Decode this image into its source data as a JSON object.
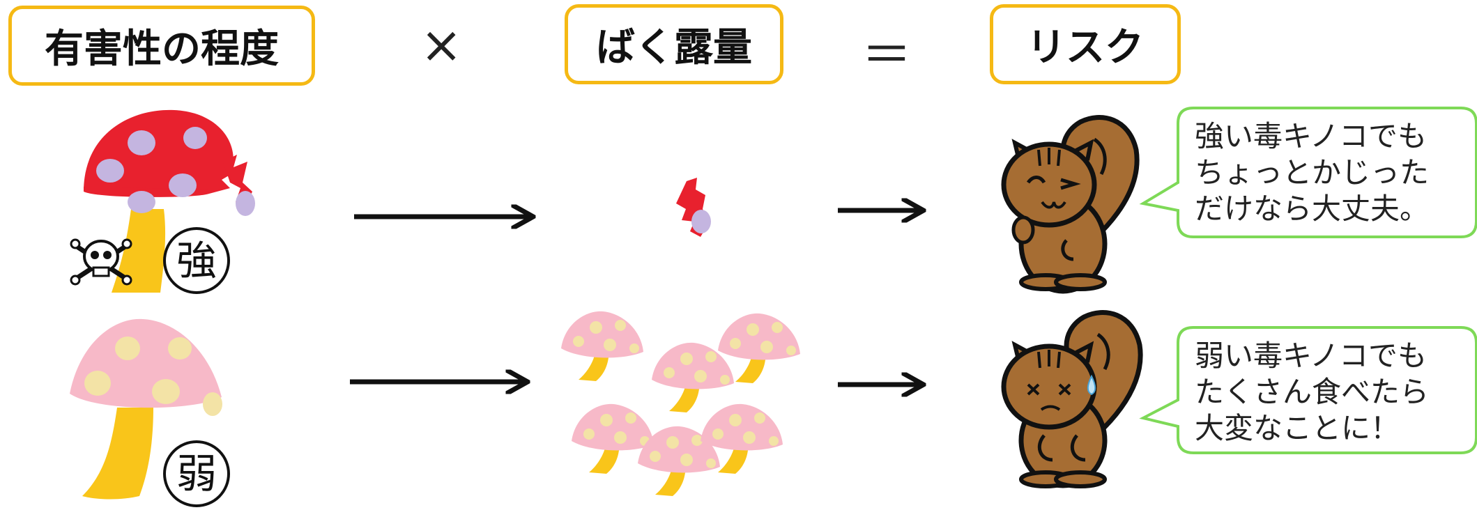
{
  "header": {
    "hazard_label": "有害性の程度",
    "times_symbol": "×",
    "exposure_label": "ばく露量",
    "equals_symbol": "＝",
    "risk_label": "リスク"
  },
  "badges": {
    "strong": "強",
    "weak": "弱"
  },
  "bubbles": {
    "top": "強い毒キノコでも\nちょっとかじった\nだけなら大丈夫。",
    "bottom": "弱い毒キノコでも\nたくさん食べたら\n大変なことに！"
  },
  "colors": {
    "accent_border": "#f5b914",
    "bubble_border": "#7ed957",
    "mushroom_red": "#e8212e",
    "mushroom_pink": "#f7b9c8",
    "stem_yellow": "#f9c51a",
    "spot_lavender": "#c4b5e0",
    "spot_cream": "#f3e3a6",
    "squirrel_brown": "#a66d33"
  }
}
